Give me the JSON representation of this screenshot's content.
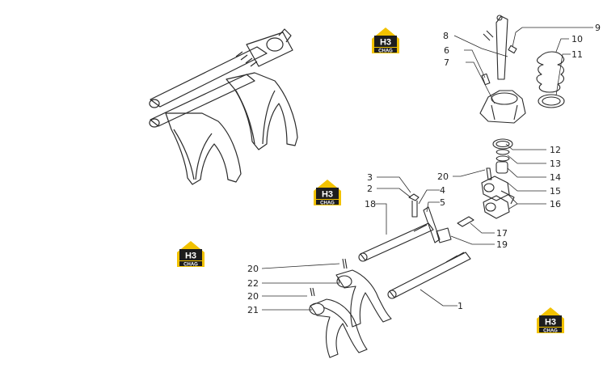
{
  "diagram": {
    "callouts": [
      "1",
      "2",
      "3",
      "4",
      "5",
      "6",
      "7",
      "8",
      "9",
      "10",
      "11",
      "12",
      "13",
      "14",
      "15",
      "16",
      "17",
      "18",
      "19",
      "20",
      "20",
      "20",
      "21",
      "22"
    ]
  },
  "watermark": {
    "logo_text": "H3",
    "logo_subtext": "CHAG",
    "colors": {
      "house": "#f2c200",
      "box": "#1d1d1d",
      "text": "#ffffff"
    }
  },
  "colors": {
    "line": "#2a2a2a",
    "label": "#222222"
  }
}
